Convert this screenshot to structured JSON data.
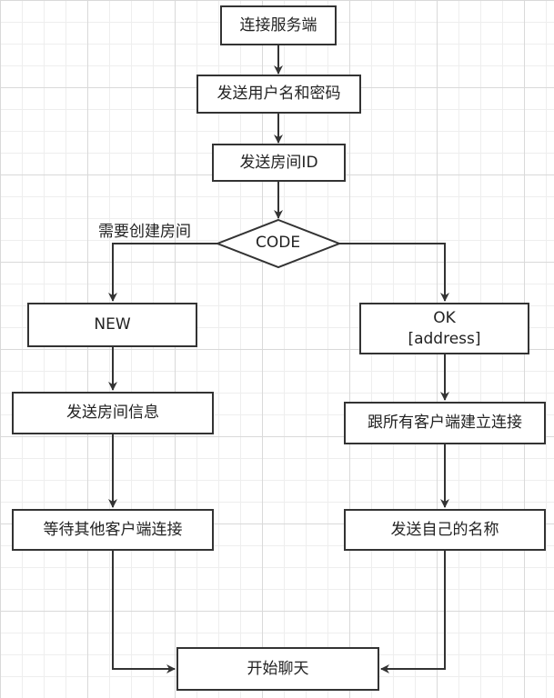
{
  "nodes": {
    "connect_server": "连接服务端",
    "send_credentials": "发送用户名和密码",
    "send_room_id": "发送房间ID",
    "decision_code": "CODE",
    "new_branch": "NEW",
    "ok_branch_line1": "OK",
    "ok_branch_line2": "[address]",
    "send_room_info": "发送房间信息",
    "connect_all_clients": "跟所有客户端建立连接",
    "wait_other_clients": "等待其他客户端连接",
    "send_own_name": "发送自己的名称",
    "start_chat": "开始聊天"
  },
  "labels": {
    "need_create_room": "需要创建房间"
  },
  "colors": {
    "stroke": "#333333",
    "grid_major": "#d9d9d9",
    "grid_minor": "#eeeeee",
    "background": "#ffffff"
  }
}
